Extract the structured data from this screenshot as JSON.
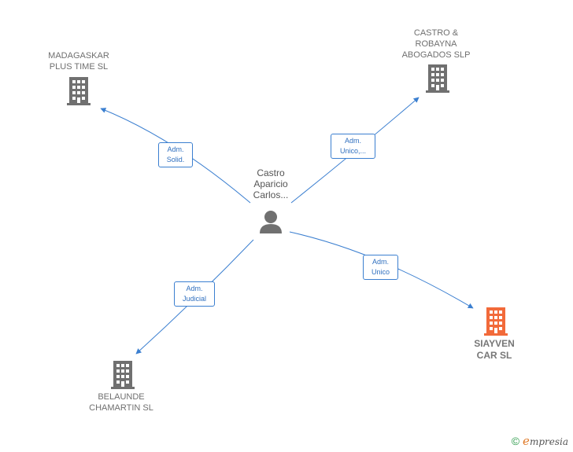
{
  "center": {
    "label": "Castro\nAparicio\nCarlos...",
    "icon": "person-icon"
  },
  "nodes": [
    {
      "id": "madagaskar",
      "label": "MADAGASKAR\nPLUS TIME  SL",
      "icon": "building-icon",
      "color": "#707070"
    },
    {
      "id": "castro_robayna",
      "label": "CASTRO &\nROBAYNA\nABOGADOS  SLP",
      "icon": "building-icon",
      "color": "#707070"
    },
    {
      "id": "belaunde",
      "label": "BELAUNDE\nCHAMARTIN SL",
      "icon": "building-icon",
      "color": "#707070"
    },
    {
      "id": "siayven",
      "label": "SIAYVEN\nCAR  SL",
      "icon": "building-icon",
      "color": "#f26a3a"
    }
  ],
  "edges": [
    {
      "to": "madagaskar",
      "label": "Adm.\nSolid."
    },
    {
      "to": "castro_robayna",
      "label": "Adm.\nUnico,..."
    },
    {
      "to": "belaunde",
      "label": "Adm.\nJudicial"
    },
    {
      "to": "siayven",
      "label": "Adm.\nUnico"
    }
  ],
  "footer": {
    "copyright": "©",
    "brand_initial": "e",
    "brand_rest": "mpresia"
  },
  "colors": {
    "edge": "#3b7fd0",
    "node": "#707070",
    "highlight": "#f26a3a",
    "person": "#707070"
  }
}
